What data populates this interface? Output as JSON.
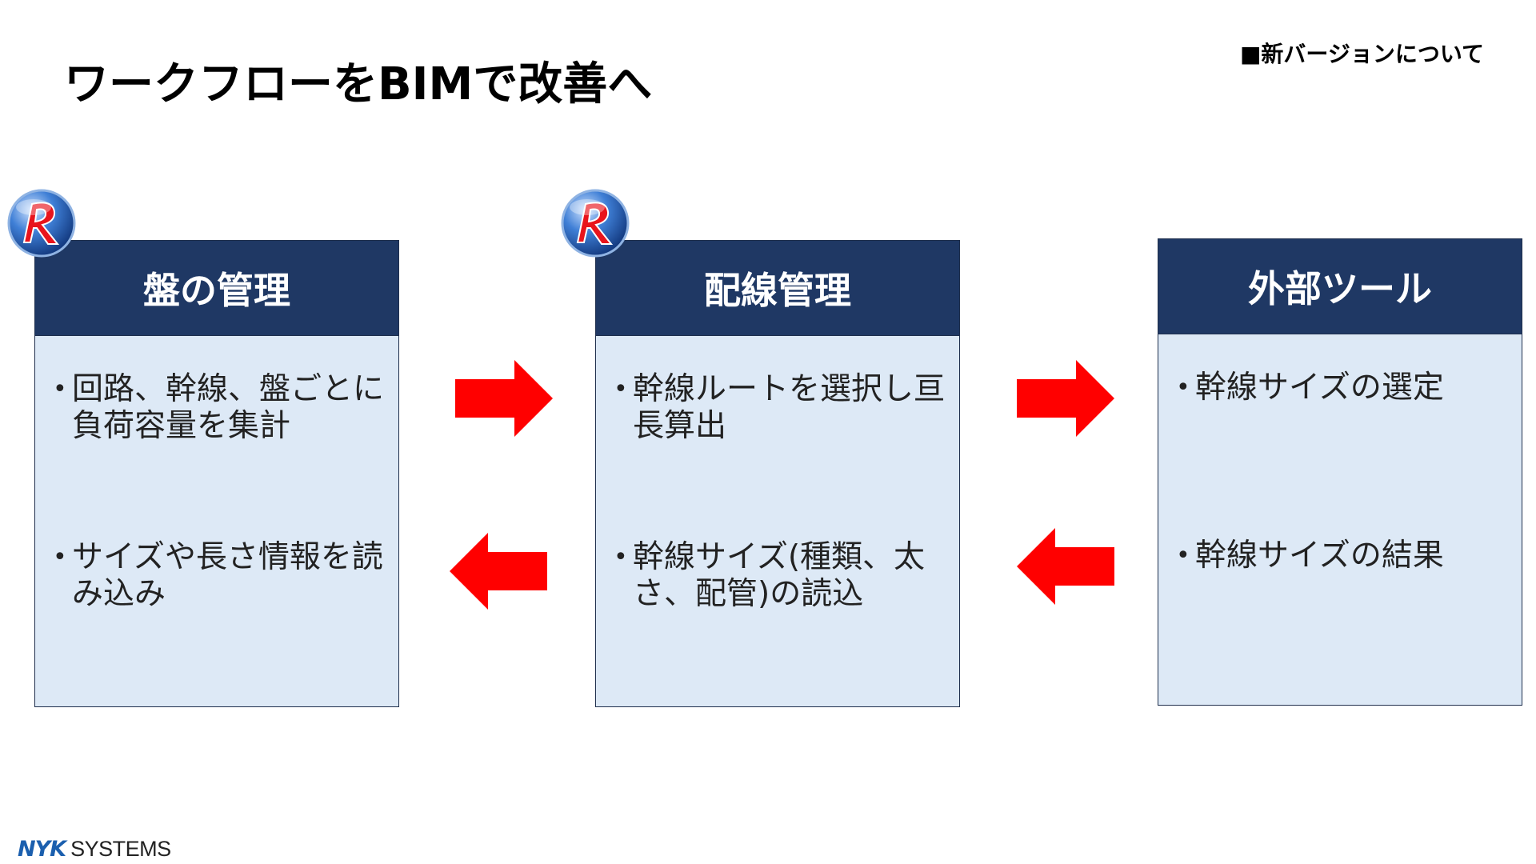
{
  "title": "ワークフローをBIMで改善へ",
  "section_tag": "■新バージョンについて",
  "boxes": [
    {
      "heading": "盤の管理",
      "top_bullet": "回路、幹線、盤ごとに負荷容量を集計",
      "bottom_bullet": "サイズや長さ情報を読み込み"
    },
    {
      "heading": "配線管理",
      "top_bullet": "幹線ルートを選択し亘長算出",
      "bottom_bullet": "幹線サイズ(種類、太さ、配管)の読込"
    },
    {
      "heading": "外部ツール",
      "top_bullet": "幹線サイズの選定",
      "bottom_bullet": "幹線サイズの結果"
    }
  ],
  "icons": {
    "app_badge": "rebro-app-icon",
    "forward_arrow": "arrow-right-icon",
    "back_arrow": "arrow-left-icon"
  },
  "colors": {
    "header_bg": "#1f3864",
    "body_bg": "#dde9f6",
    "arrow": "#ff0000",
    "logo_blue": "#1b5fae"
  },
  "logo": {
    "mark": "NYK",
    "text": "SYSTEMS"
  }
}
